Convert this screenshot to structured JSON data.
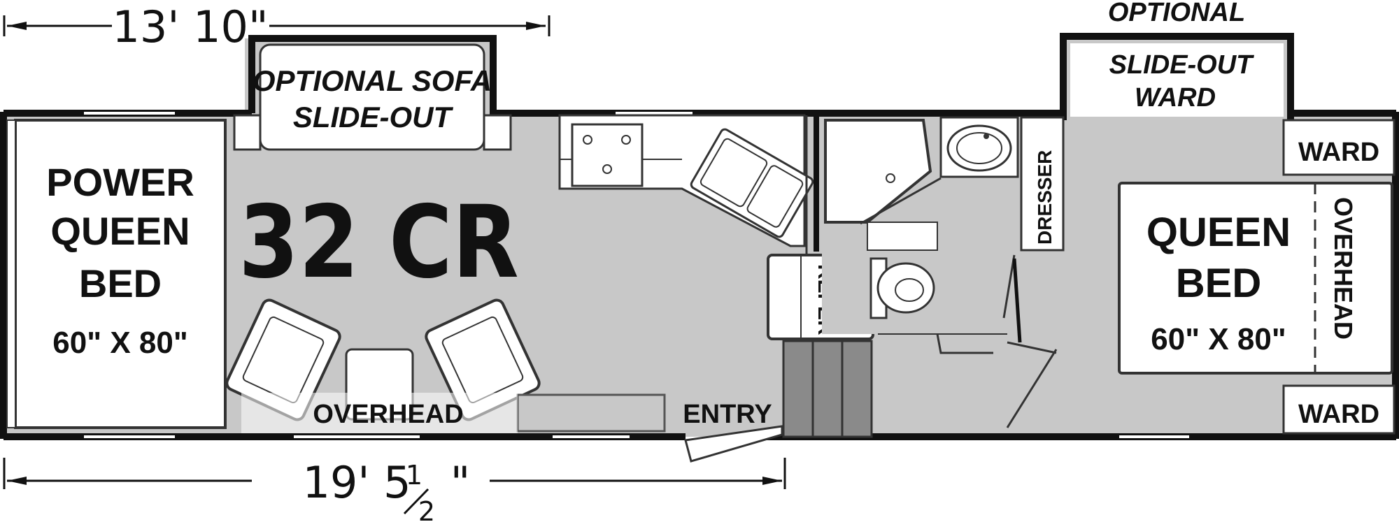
{
  "model": "32 CR",
  "dimensions": {
    "top_width": "13' 10\"",
    "overall_length": "19' 5",
    "fraction_num": "1",
    "fraction_den": "2",
    "inch_mark": "\""
  },
  "labels": {
    "optional_sofa_line1": "OPTIONAL SOFA",
    "optional_sofa_line2": "SLIDE-OUT",
    "power_bed_line1": "POWER",
    "power_bed_line2": "QUEEN",
    "power_bed_line3": "BED",
    "power_bed_size": "60\" X 80\"",
    "overhead_front": "OVERHEAD",
    "entry": "ENTRY",
    "refer": "REFER",
    "dresser": "DRESSER",
    "optional_top": "OPTIONAL",
    "slideout_ward_line1": "SLIDE-OUT",
    "slideout_ward_line2": "WARD",
    "ward_top": "WARD",
    "ward_bottom": "WARD",
    "queen_bed_line1": "QUEEN",
    "queen_bed_line2": "BED",
    "queen_bed_size": "60\" X 80\"",
    "overhead_rear": "OVERHEAD"
  },
  "colors": {
    "floor": "#c8c8c8",
    "wall": "#111111",
    "fixture": "#ffffff",
    "step_dark": "#8a8a8a"
  }
}
